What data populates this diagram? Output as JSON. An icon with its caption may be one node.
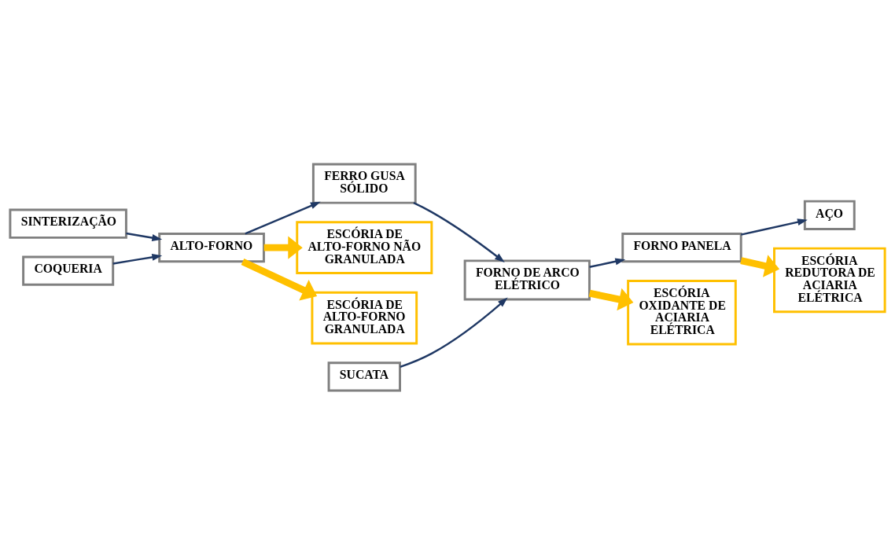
{
  "diagram": {
    "nodes": [
      {
        "text": [
          "SINTERIZAÇÃO"
        ]
      },
      {
        "text": [
          "SUCATA"
        ]
      },
      {
        "text": [
          "FORNO DE ARCO ELÉTRICO"
        ]
      },
      {
        "text": [
          "AÇO"
        ]
      },
      {
        "text": [
          "COQUERIA"
        ]
      },
      {
        "text": [
          "FERRO GUSA SÓLIDO"
        ]
      },
      {
        "text": [
          "FORNO PANELA"
        ]
      },
      {
        "text": [
          "ALTO-FORNO"
        ]
      },
      {
        "text": [
          "ESCÓRIA DE ALTO-FORNO NÃO GRANULADA"
        ]
      },
      {
        "text": [
          "ESCÓRIA OXIDANTE DE ACIARIA ELÉTRICA"
        ]
      },
      {
        "text": [
          "ESCÓRIA REDUTORA DE ACIARIA ELÉTRICA"
        ]
      },
      {
        "text": [
          "ESCÓRIA DE ALTO-FORNO GRANULADA"
        ]
      }
    ],
    "edges": [
      {
        "from": 0,
        "to": 7,
        "arrow": "to"
      },
      {
        "from": 4,
        "to": 7,
        "arrow": "to"
      },
      {
        "from": 7,
        "to": 5,
        "arrow": "to"
      },
      {
        "from": 1,
        "to": 2,
        "arrow": "to"
      },
      {
        "from": 5,
        "to": 2,
        "arrow": "to"
      },
      {
        "from": 2,
        "to": 6,
        "arrow": "to"
      },
      {
        "from": 6,
        "to": 3,
        "arrow": "to"
      },
      {
        "from": 7,
        "to": 8,
        "arrow": "to",
        "style": "thick",
        "color": "#ffc000"
      },
      {
        "from": 7,
        "to": 11,
        "arrow": "to",
        "style": "thick",
        "color": "#ffc000"
      },
      {
        "from": 2,
        "to": 9,
        "arrow": "to",
        "style": "thick",
        "color": "#ffc000"
      },
      {
        "from": 6,
        "to": 10,
        "arrow": "to",
        "style": "thick",
        "color": "#ffc000"
      }
    ]
  }
}
